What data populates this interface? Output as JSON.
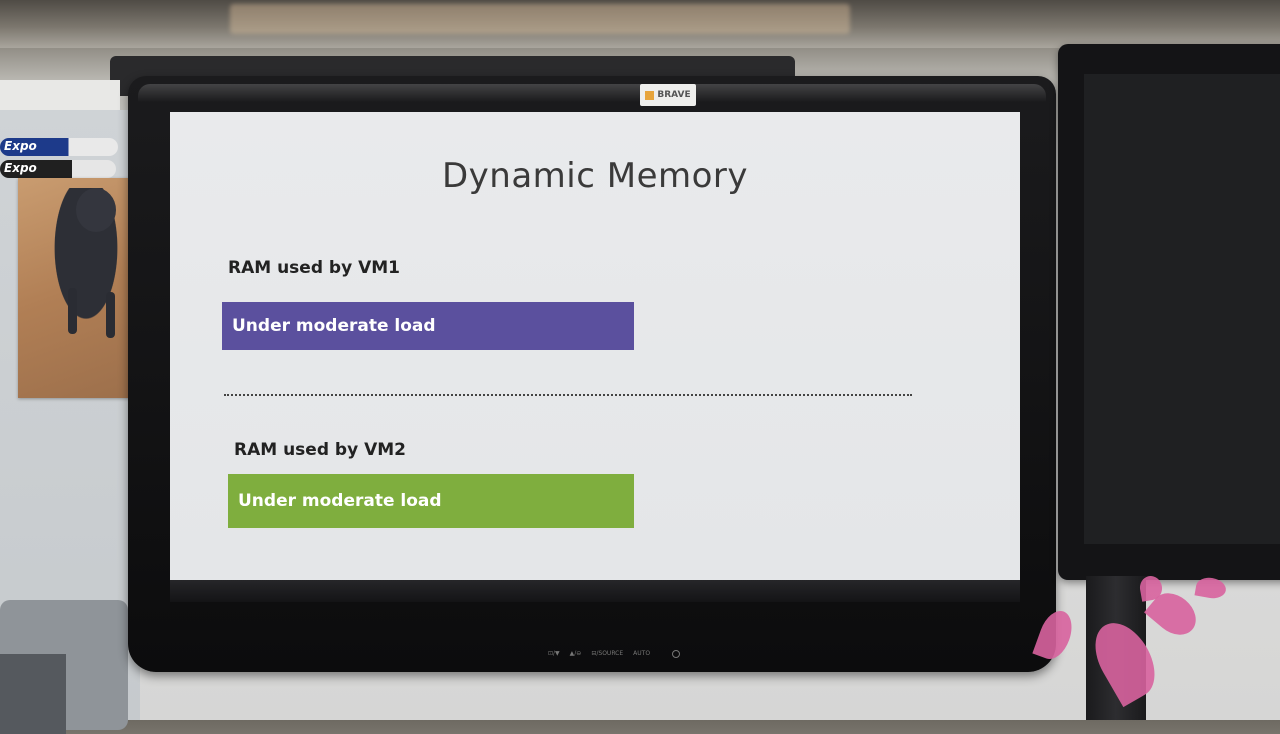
{
  "slide": {
    "title": "Dynamic Memory",
    "vm1": {
      "label": "RAM used by VM1",
      "bar_text": "Under moderate load",
      "bar_color": "#5b509e"
    },
    "vm2": {
      "label": "RAM used by VM2",
      "bar_text": "Under moderate load",
      "bar_color": "#7fae3e"
    }
  },
  "monitor": {
    "brand": "BRAVE",
    "controls": [
      "⊡/▼",
      "▲/⊖",
      "⊟/SOURCE",
      "AUTO"
    ]
  },
  "props": {
    "marker_brand": "Expo"
  }
}
